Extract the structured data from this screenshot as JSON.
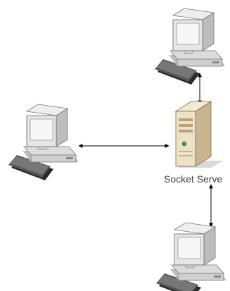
{
  "diagram": {
    "server": {
      "label": "Socket Serve",
      "icon": "server-tower-icon"
    },
    "clients": [
      {
        "id": "top",
        "icon": "desktop-computer-icon"
      },
      {
        "id": "left",
        "icon": "desktop-computer-icon"
      },
      {
        "id": "bottom",
        "icon": "desktop-computer-icon"
      }
    ],
    "connections": [
      {
        "from": "top",
        "to": "server",
        "direction": "both"
      },
      {
        "from": "left",
        "to": "server",
        "direction": "both"
      },
      {
        "from": "server",
        "to": "bottom",
        "direction": "both"
      }
    ],
    "colors": {
      "monitor_body": "#e6e6e6",
      "screen": "#f4f4f4",
      "keyboard": "#3c3c3c",
      "server_body": "#ede2c8",
      "server_panel": "#b9a27a",
      "connector": "#000000"
    }
  }
}
